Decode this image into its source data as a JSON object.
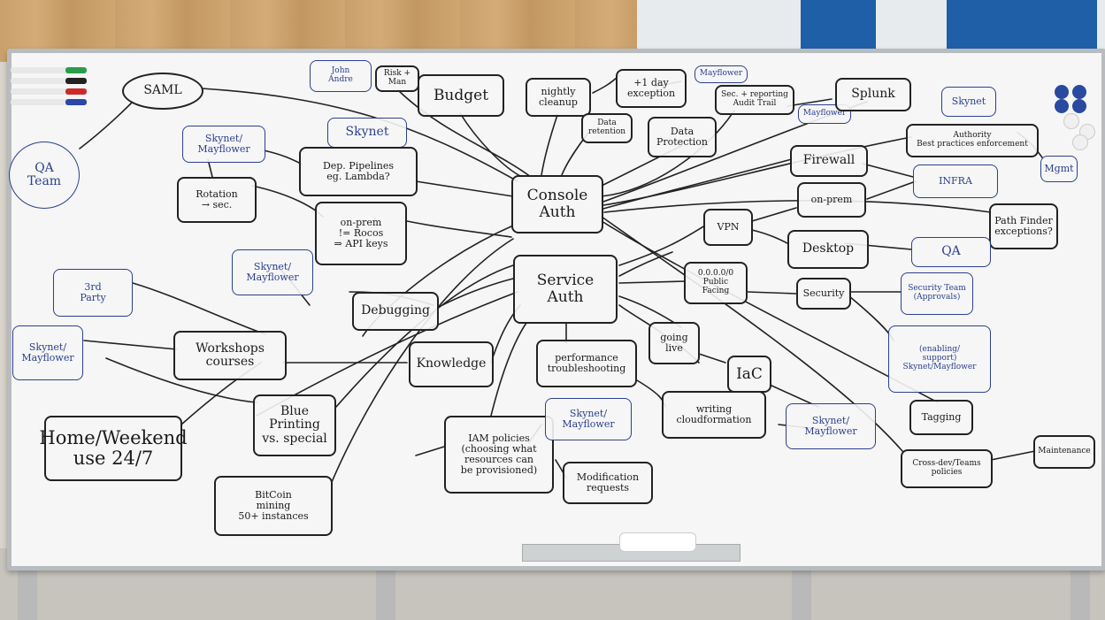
{
  "notes": {
    "saml": "SAML",
    "qa_team": "QA\nTeam",
    "john_andre": "John\nAndre",
    "risk_man": "Risk +\nMan",
    "budget": "Budget",
    "skynet_top": "Skynet",
    "nightly_cleanup": "nightly\ncleanup",
    "one_day_exception": "+1 day\nexception",
    "mayflower_top": "Mayflower",
    "data_retention": "Data\nretention",
    "data_protection": "Data\nProtection",
    "sec_reporting": "Sec. + reporting\nAudit Trail",
    "mayflower_sec": "Mayflower",
    "splunk": "Splunk",
    "skynet_right": "Skynet",
    "authority": "Authority\nBest practices enforcement",
    "mgmt": "Mgmt",
    "skynet_mayflower_1": "Skynet/\nMayflower",
    "dep_pipelines": "Dep. Pipelines\neg. Lambda?",
    "rotation": "Rotation\n→ sec.",
    "on_prem_left": "on-prem\n!= Rocos\n⇒ API keys",
    "console_auth": "Console\nAuth",
    "service_auth": "Service\nAuth",
    "firewall": "Firewall",
    "infra": "INFRA",
    "on_prem_right": "on-prem",
    "path_finder": "Path Finder\nexceptions?",
    "vpn": "VPN",
    "desktop": "Desktop",
    "qa_right": "QA",
    "public_facing": "0.0.0.0/0\nPublic\nFacing",
    "security": "Security",
    "security_team": "Security Team\n(Approvals)",
    "enabling": "(enabling/\nsupport)\nSkynet/Mayflower",
    "skynet_mayflower_2": "Skynet/\nMayflower",
    "third_party": "3rd\nParty",
    "debugging": "Debugging",
    "skynet_mayflower_3": "Skynet/\nMayflower",
    "workshops": "Workshops\ncourses",
    "knowledge": "Knowledge",
    "perf": "performance\ntroubleshooting",
    "going_live": "going\nlive",
    "iac": "IaC",
    "home_weekend": "Home/Weekend\nuse 24/7",
    "blue_printing": "Blue\nPrinting\nvs. special",
    "iam_policies": "IAM policies\n(choosing what\nresources can\nbe provisioned)",
    "skynet_mayflower_4": "Skynet/\nMayflower",
    "writing_cf": "writing\ncloudformation",
    "skynet_mayflower_5": "Skynet/\nMayflower",
    "tagging": "Tagging",
    "cross_dev": "Cross-dev/Teams\npolicies",
    "maintenance": "Maintenance",
    "modification": "Modification\nrequests",
    "bitcoin": "BitCoin\nmining\n50+ instances"
  },
  "colors": {
    "black_marker": "#1b1b1b",
    "blue_marker": "#2d3f8f",
    "board": "#f5f6f5"
  }
}
